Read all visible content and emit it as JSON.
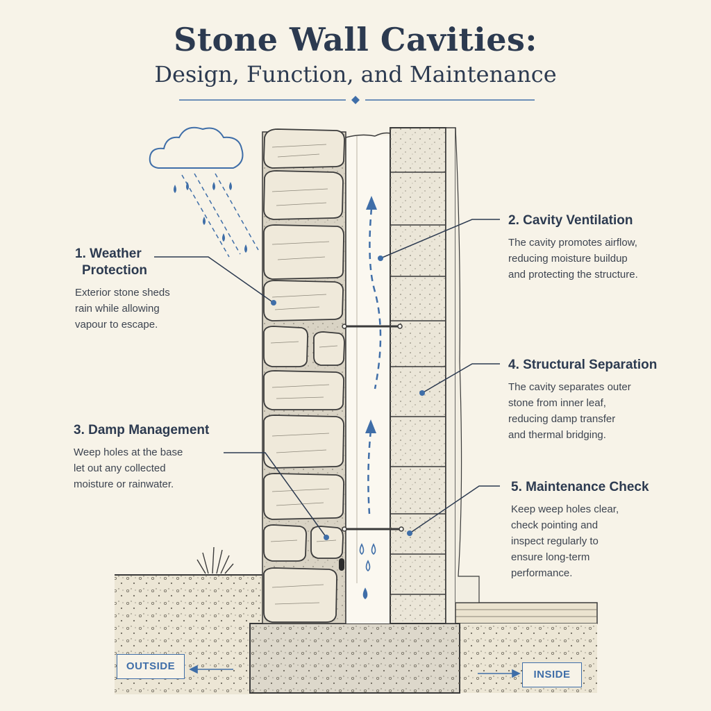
{
  "title": {
    "line1": "Stone Wall Cavities:",
    "line2": "Design, Function, and Maintenance"
  },
  "callouts": [
    {
      "heading_line1": "1. Weather",
      "heading_line2": "Protection",
      "body": [
        "Exterior stone sheds",
        "rain while allowing",
        "vapour to escape."
      ]
    },
    {
      "heading_line1": "2. Cavity Ventilation",
      "heading_line2": "",
      "body": [
        "The cavity promotes airflow,",
        "reducing moisture buildup",
        "and protecting the structure."
      ]
    },
    {
      "heading_line1": "3. Damp Management",
      "heading_line2": "",
      "body": [
        "Weep holes at the base",
        "let out any collected",
        "moisture or rainwater."
      ]
    },
    {
      "heading_line1": "4. Structural Separation",
      "heading_line2": "",
      "body": [
        "The cavity separates outer",
        "stone from inner leaf,",
        "reducing damp transfer",
        "and thermal bridging."
      ]
    },
    {
      "heading_line1": "5. Maintenance Check",
      "heading_line2": "",
      "body": [
        "Keep weep holes clear,",
        "check pointing and",
        "inspect regularly to",
        "ensure long-term",
        "performance."
      ]
    }
  ],
  "labels": {
    "outside": "OUTSIDE",
    "inside": "INSIDE"
  },
  "colors": {
    "ink": "#2c3a50",
    "accent": "#3f6ea8",
    "paper": "#f7f3e8",
    "stone": "#efe9da",
    "mortar": "#d9d3c4"
  },
  "icons": [
    "cloud-icon",
    "raindrop-icon",
    "grass-icon",
    "arrow-left-icon",
    "arrow-right-icon",
    "airflow-arrow-icon"
  ]
}
